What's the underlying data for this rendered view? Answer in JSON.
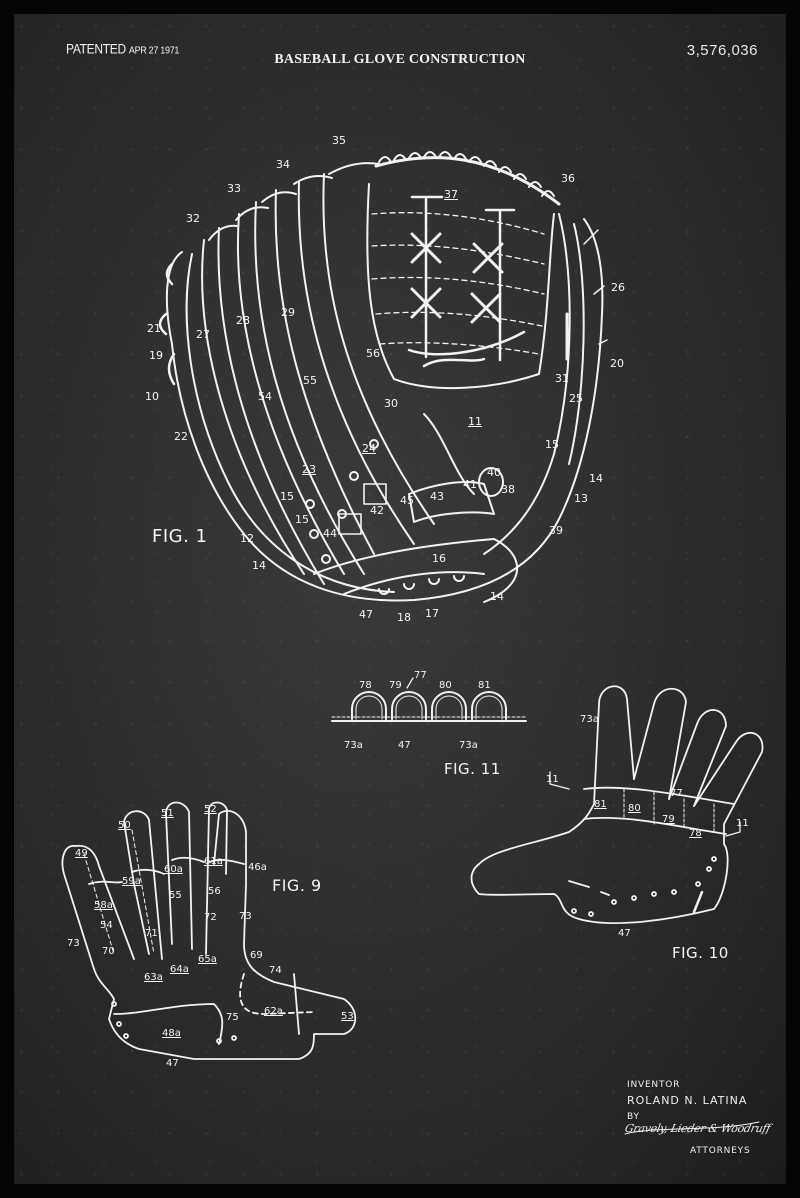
{
  "header": {
    "patented_label": "PATENTED",
    "patented_date": "APR 27 1971",
    "title": "BASEBALL GLOVE CONSTRUCTION",
    "patent_number": "3,576,036"
  },
  "colors": {
    "border": "#050505",
    "background": "#2f2f2f",
    "ink": "#f2f2f2"
  },
  "figures": {
    "fig1": {
      "label": "FIG. 1",
      "refs": [
        "35",
        "34",
        "33",
        "32",
        "36",
        "37",
        "26",
        "21",
        "27",
        "28",
        "29",
        "19",
        "56",
        "20",
        "10",
        "54",
        "55",
        "30",
        "31",
        "25",
        "22",
        "11",
        "24",
        "15",
        "23",
        "14",
        "13",
        "15",
        "40",
        "41",
        "38",
        "42",
        "45",
        "43",
        "12",
        "15",
        "44",
        "39",
        "14",
        "16",
        "14",
        "47",
        "18",
        "17"
      ]
    },
    "fig11": {
      "label": "FIG. 11",
      "refs": [
        "78",
        "79",
        "77",
        "80",
        "81",
        "73a",
        "47",
        "73a"
      ]
    },
    "fig9": {
      "label": "FIG. 9",
      "refs": [
        "52",
        "51",
        "50",
        "49",
        "61a",
        "60a",
        "46a",
        "59a",
        "56",
        "55",
        "58a",
        "72",
        "73",
        "54",
        "71",
        "73",
        "70",
        "69",
        "65a",
        "74",
        "64a",
        "63a",
        "62a",
        "75",
        "53",
        "48a",
        "47"
      ]
    },
    "fig10": {
      "label": "FIG. 10",
      "refs": [
        "73a",
        "11",
        "81",
        "80",
        "77",
        "79",
        "78",
        "11",
        "47"
      ]
    }
  },
  "inventor": {
    "label": "INVENTOR",
    "name": "ROLAND N. LATINA",
    "by": "BY",
    "signature": "Gravely, Lieder & Woodruff",
    "attorneys": "ATTORNEYS"
  }
}
